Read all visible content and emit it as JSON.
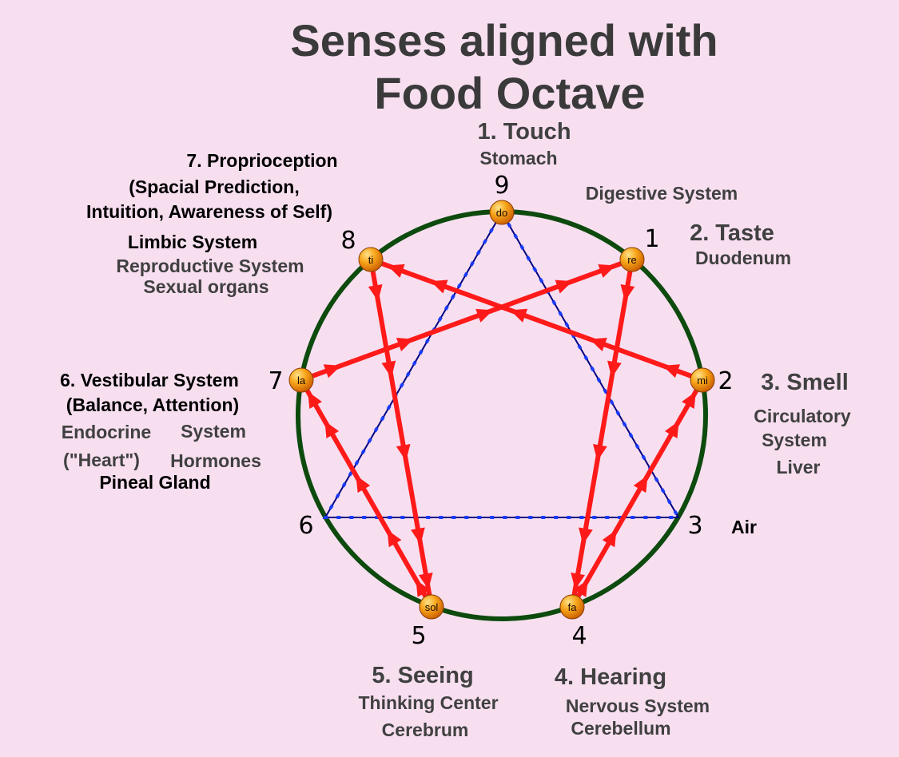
{
  "title": {
    "line1": "Senses aligned with",
    "line2": "Food Octave"
  },
  "points": [
    {
      "number": "9",
      "note": "do"
    },
    {
      "number": "1",
      "note": "re"
    },
    {
      "number": "2",
      "note": "mi"
    },
    {
      "number": "3",
      "note": ""
    },
    {
      "number": "4",
      "note": "fa"
    },
    {
      "number": "5",
      "note": "sol"
    },
    {
      "number": "6",
      "note": ""
    },
    {
      "number": "7",
      "note": "la"
    },
    {
      "number": "8",
      "note": "ti"
    }
  ],
  "labels": {
    "touch": {
      "sense": "1. Touch",
      "organ": "Stomach",
      "system": "Digestive System"
    },
    "taste": {
      "sense": "2. Taste",
      "organ": "Duodenum"
    },
    "smell": {
      "sense": "3. Smell",
      "line1": "Circulatory",
      "line2": "System",
      "line3": "Liver"
    },
    "air": "Air",
    "hearing": {
      "sense": "4. Hearing",
      "line1": "Nervous System",
      "line2": "Cerebellum"
    },
    "seeing": {
      "sense": "5. Seeing",
      "line1": "Thinking Center",
      "line2": "Cerebrum"
    },
    "vestibular": {
      "sense": "6. Vestibular System",
      "line2": "(Balance, Attention)",
      "endocrine": "Endocrine",
      "system": "System",
      "heart": "(\"Heart\")",
      "hormones": "Hormones",
      "pineal": "Pineal Gland"
    },
    "proprioception": {
      "sense": "7. Proprioception",
      "line2": "(Spacial Prediction,",
      "line3": "Intuition, Awareness of Self)",
      "limbic": "Limbic System",
      "reproductive": "Reproductive System",
      "sexual": "Sexual organs"
    }
  },
  "colors": {
    "background": "#f7dff0",
    "circle": "#0d4a0d",
    "arrows": "#ff1a1a",
    "triangle": "#000080",
    "triangle_dash": "#1a3cff",
    "ball": "#f59a10"
  },
  "figure": {
    "hexad_sequence": [
      "1",
      "4",
      "2",
      "8",
      "5",
      "7",
      "1"
    ],
    "triangle": [
      "9",
      "3",
      "6"
    ]
  }
}
